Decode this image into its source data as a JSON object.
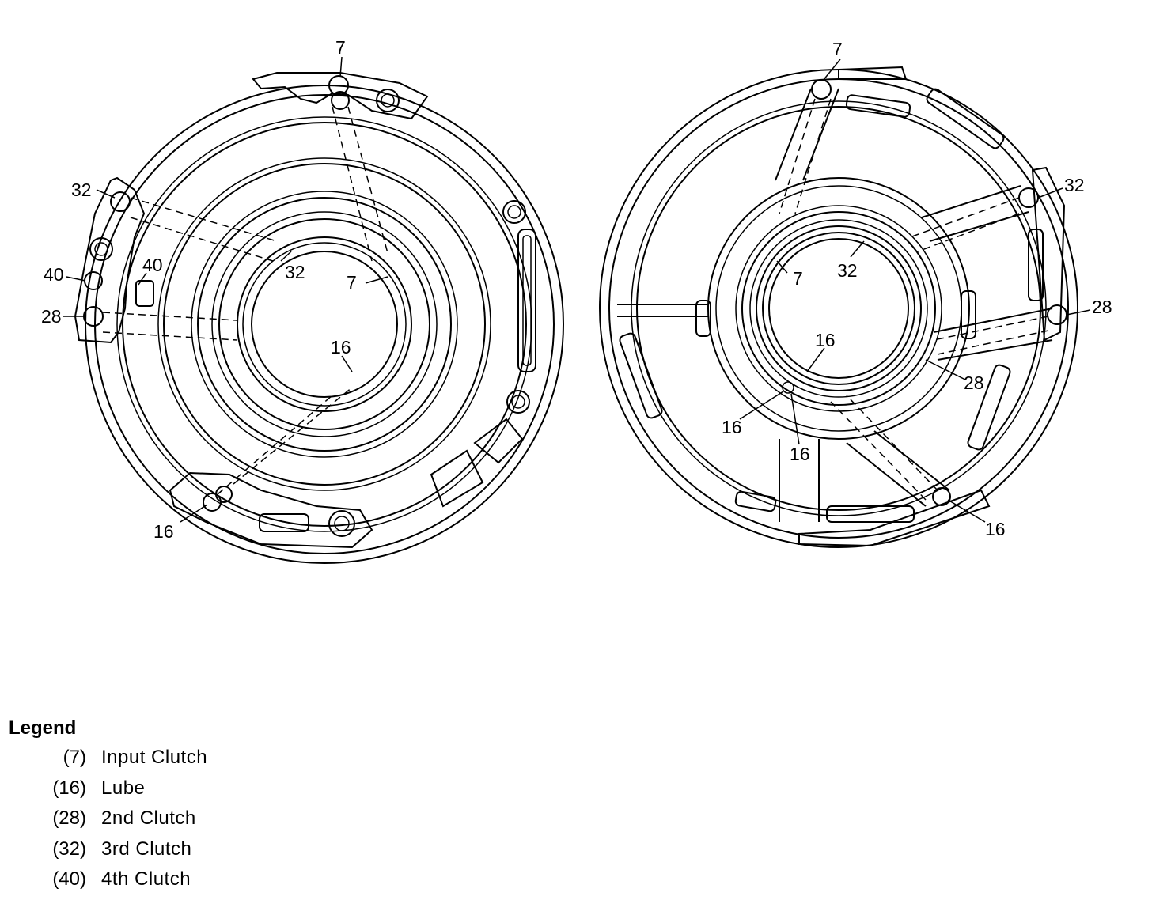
{
  "left_view": {
    "callouts": [
      "7",
      "32",
      "40",
      "40",
      "28",
      "32",
      "7",
      "16",
      "16"
    ]
  },
  "right_view": {
    "callouts": [
      "7",
      "32",
      "28",
      "32",
      "7",
      "16",
      "28",
      "16",
      "16",
      "16"
    ]
  },
  "legend": {
    "title": "Legend",
    "items": [
      {
        "code": "(7)",
        "name": "Input Clutch"
      },
      {
        "code": "(16)",
        "name": "Lube"
      },
      {
        "code": "(28)",
        "name": "2nd Clutch"
      },
      {
        "code": "(32)",
        "name": "3rd Clutch"
      },
      {
        "code": "(40)",
        "name": "4th Clutch"
      }
    ]
  }
}
